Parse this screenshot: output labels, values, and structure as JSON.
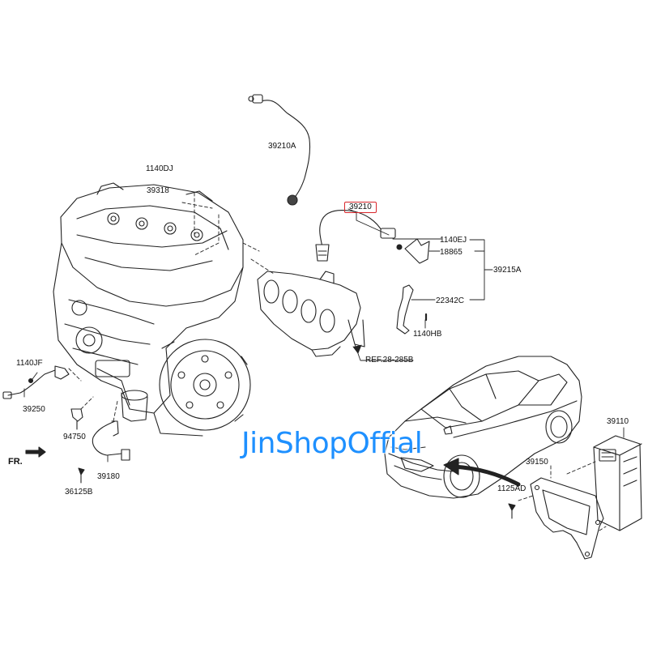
{
  "labels": {
    "p39210A": "39210A",
    "p1140DJ": "1140DJ",
    "p39318": "39318",
    "p39210": "39210",
    "p1140EJ": "1140EJ",
    "p18865": "18865",
    "p39215A": "39215A",
    "p22342C": "22342C",
    "p1140HB": "1140HB",
    "pREF": "REF.28-285B",
    "p1140JF": "1140JF",
    "p39250": "39250",
    "p94750": "94750",
    "p39180": "39180",
    "p36125B": "36125B",
    "fr": "FR.",
    "p39110": "39110",
    "p39150": "39150",
    "p1125AD": "1125AD"
  },
  "watermark": "JinShopOffial",
  "colors": {
    "line": "#222222",
    "highlight": "#d8262b",
    "watermark": "#1e90ff"
  }
}
